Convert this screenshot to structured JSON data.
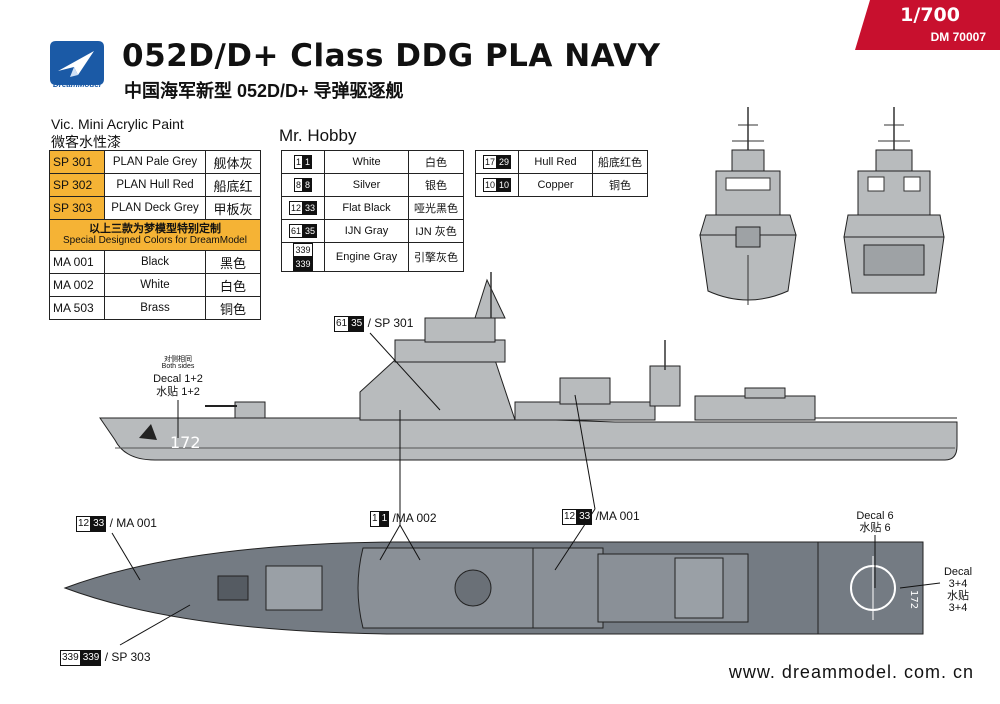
{
  "header": {
    "scale": "1/700",
    "code": "DM 70007",
    "logo_text": "DreamModel",
    "title_en": "052D/D+ Class DDG PLA NAVY",
    "title_zh": "中国海军新型 052D/D+ 导弹驱逐舰"
  },
  "vic": {
    "label_en": "Vic. Mini Acrylic Paint",
    "label_zh": "微客水性漆",
    "rows": [
      {
        "code": "SP 301",
        "name": "PLAN Pale Grey",
        "zh": "舰体灰"
      },
      {
        "code": "SP 302",
        "name": "PLAN Hull Red",
        "zh": "船底红"
      },
      {
        "code": "SP 303",
        "name": "PLAN Deck Grey",
        "zh": "甲板灰"
      }
    ],
    "special_zh": "以上三款为梦模型特别定制",
    "special_en": "Special Designed Colors for DreamModel",
    "rows2": [
      {
        "code": "MA 001",
        "name": "Black",
        "zh": "黑色"
      },
      {
        "code": "MA 002",
        "name": "White",
        "zh": "白色"
      },
      {
        "code": "MA 503",
        "name": "Brass",
        "zh": "铜色"
      }
    ]
  },
  "mr": {
    "label": "Mr. Hobby",
    "col1": [
      {
        "a": "1",
        "b": "1",
        "name": "White",
        "zh": "白色"
      },
      {
        "a": "8",
        "b": "8",
        "name": "Silver",
        "zh": "银色"
      },
      {
        "a": "12",
        "b": "33",
        "name": "Flat Black",
        "zh": "哑光黑色"
      },
      {
        "a": "61",
        "b": "35",
        "name": "IJN Gray",
        "zh": "IJN 灰色"
      },
      {
        "a": "339",
        "b": "339",
        "name": "Engine Gray",
        "zh": "引擎灰色"
      }
    ],
    "col2": [
      {
        "a": "17",
        "b": "29",
        "name": "Hull Red",
        "zh": "船底红色"
      },
      {
        "a": "10",
        "b": "10",
        "name": "Copper",
        "zh": "铜色"
      }
    ]
  },
  "callouts": {
    "c1": {
      "a": "61",
      "b": "35",
      "text": "/ SP 301"
    },
    "c2": {
      "a": "12",
      "b": "33",
      "text": "/ MA 001"
    },
    "c3": {
      "a": "1",
      "b": "1",
      "text": "/MA 002"
    },
    "c4": {
      "a": "12",
      "b": "33",
      "text": "/MA 001"
    },
    "c5": {
      "a": "339",
      "b": "339",
      "text": "/ SP 303"
    }
  },
  "decals": {
    "both_zh": "对侧相同",
    "both_en": "Both sides",
    "d12_en": "Decal 1+2",
    "d12_zh": "水贴 1+2",
    "d6_en": "Decal 6",
    "d6_zh": "水贴 6",
    "d34_en1": "Decal",
    "d34_en2": "3+4",
    "d34_zh1": "水贴",
    "d34_zh2": "3+4",
    "hull_number": "172",
    "deck_number": "172"
  },
  "footer": {
    "website": "www. dreammodel. com. cn"
  },
  "colors": {
    "accent": "#c8102e",
    "sp": "#f5b335",
    "hull": "#b8bbbd",
    "deck": "#747b83"
  }
}
